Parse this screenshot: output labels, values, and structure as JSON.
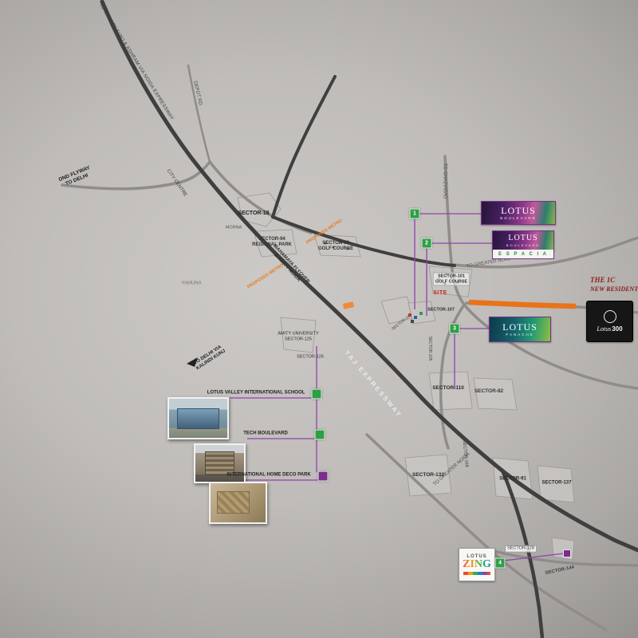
{
  "labels": {
    "kalindi": "TO KALINDI KUNJ & ASHRAM VIA NOIDA EXPRESSWAY",
    "depot_rd": "DEPOT RD",
    "dnd_flyway": "DND FLYWAY\nTO DELHI",
    "city_centre": "CITY CENTRE",
    "sector18": "SECTOR-18",
    "morna": "MORNA",
    "park94": "SECTOR-94\nREGIONAL PARK",
    "golf38": "SECTOR-38\nGOLF COURSE",
    "metro1": "PROPOSED METRO",
    "metro2": "PROPOSED METRO",
    "mahamaya": "MAHAMAYA FLYOVER\n& AMITY NOIDA",
    "yamuna": "YAMUNA",
    "to_delhi_via": "TO DELHI VIA\nKALINDI KUNJ",
    "amity": "AMITY UNIVERSITY\nSECTOR-125",
    "sector126": "SECTOR-126",
    "school": "LOTUS VALLEY INTERNATIONAL SCHOOL",
    "tech": "TECH BOULEVARD",
    "deco": "INTERNATIONAL HOME DECO PARK",
    "taj": "TAJ EXPRESSWAY",
    "greater_ne": "TO GREATER NOIDA",
    "ghaziabad": "TO GHAZIABAD",
    "golf101": "SECTOR-101\nGOLF COURSE",
    "site": "SITE",
    "sector107": "SECTOR-107",
    "sector100": "SECTOR-100",
    "sector105": "SECTOR-105",
    "sector110": "SECTOR-110",
    "sector82": "SECTOR-82",
    "sector168": "SECTOR-168",
    "greater_s": "TO GREATER NOIDA",
    "sector132": "SECTOR-132",
    "sector91": "SECTOR-91",
    "sector137": "SECTOR-137",
    "sector128": "SECTOR-128",
    "sector144": "SECTOR-144"
  },
  "headline": {
    "line1": "THE 1C",
    "line2": "NEW RESIDENTIAL"
  },
  "projects": {
    "boulevard": {
      "title": "LOTUS",
      "subtitle": "BOULEVARD",
      "marker": "1"
    },
    "espacia": {
      "title": "LOTUS",
      "subtitle": "BOULEVARD",
      "strip": "E S P A C I A",
      "marker": "2"
    },
    "panache": {
      "title": "LOTUS",
      "subtitle": "PANACHE",
      "marker": "3"
    },
    "zing": {
      "title": "LOTUS",
      "subtitle": "ZING",
      "marker": "4"
    },
    "lotus300": {
      "title": "Lotus",
      "number": "300"
    }
  },
  "colors": {
    "connector_purple": "#8e44ad",
    "marker_green": "#2f9e44",
    "highlight_orange": "#e8731a",
    "headline_red": "#8b1c1c",
    "metro_orange": "#e87b1e",
    "site_red": "#c81e1e"
  }
}
